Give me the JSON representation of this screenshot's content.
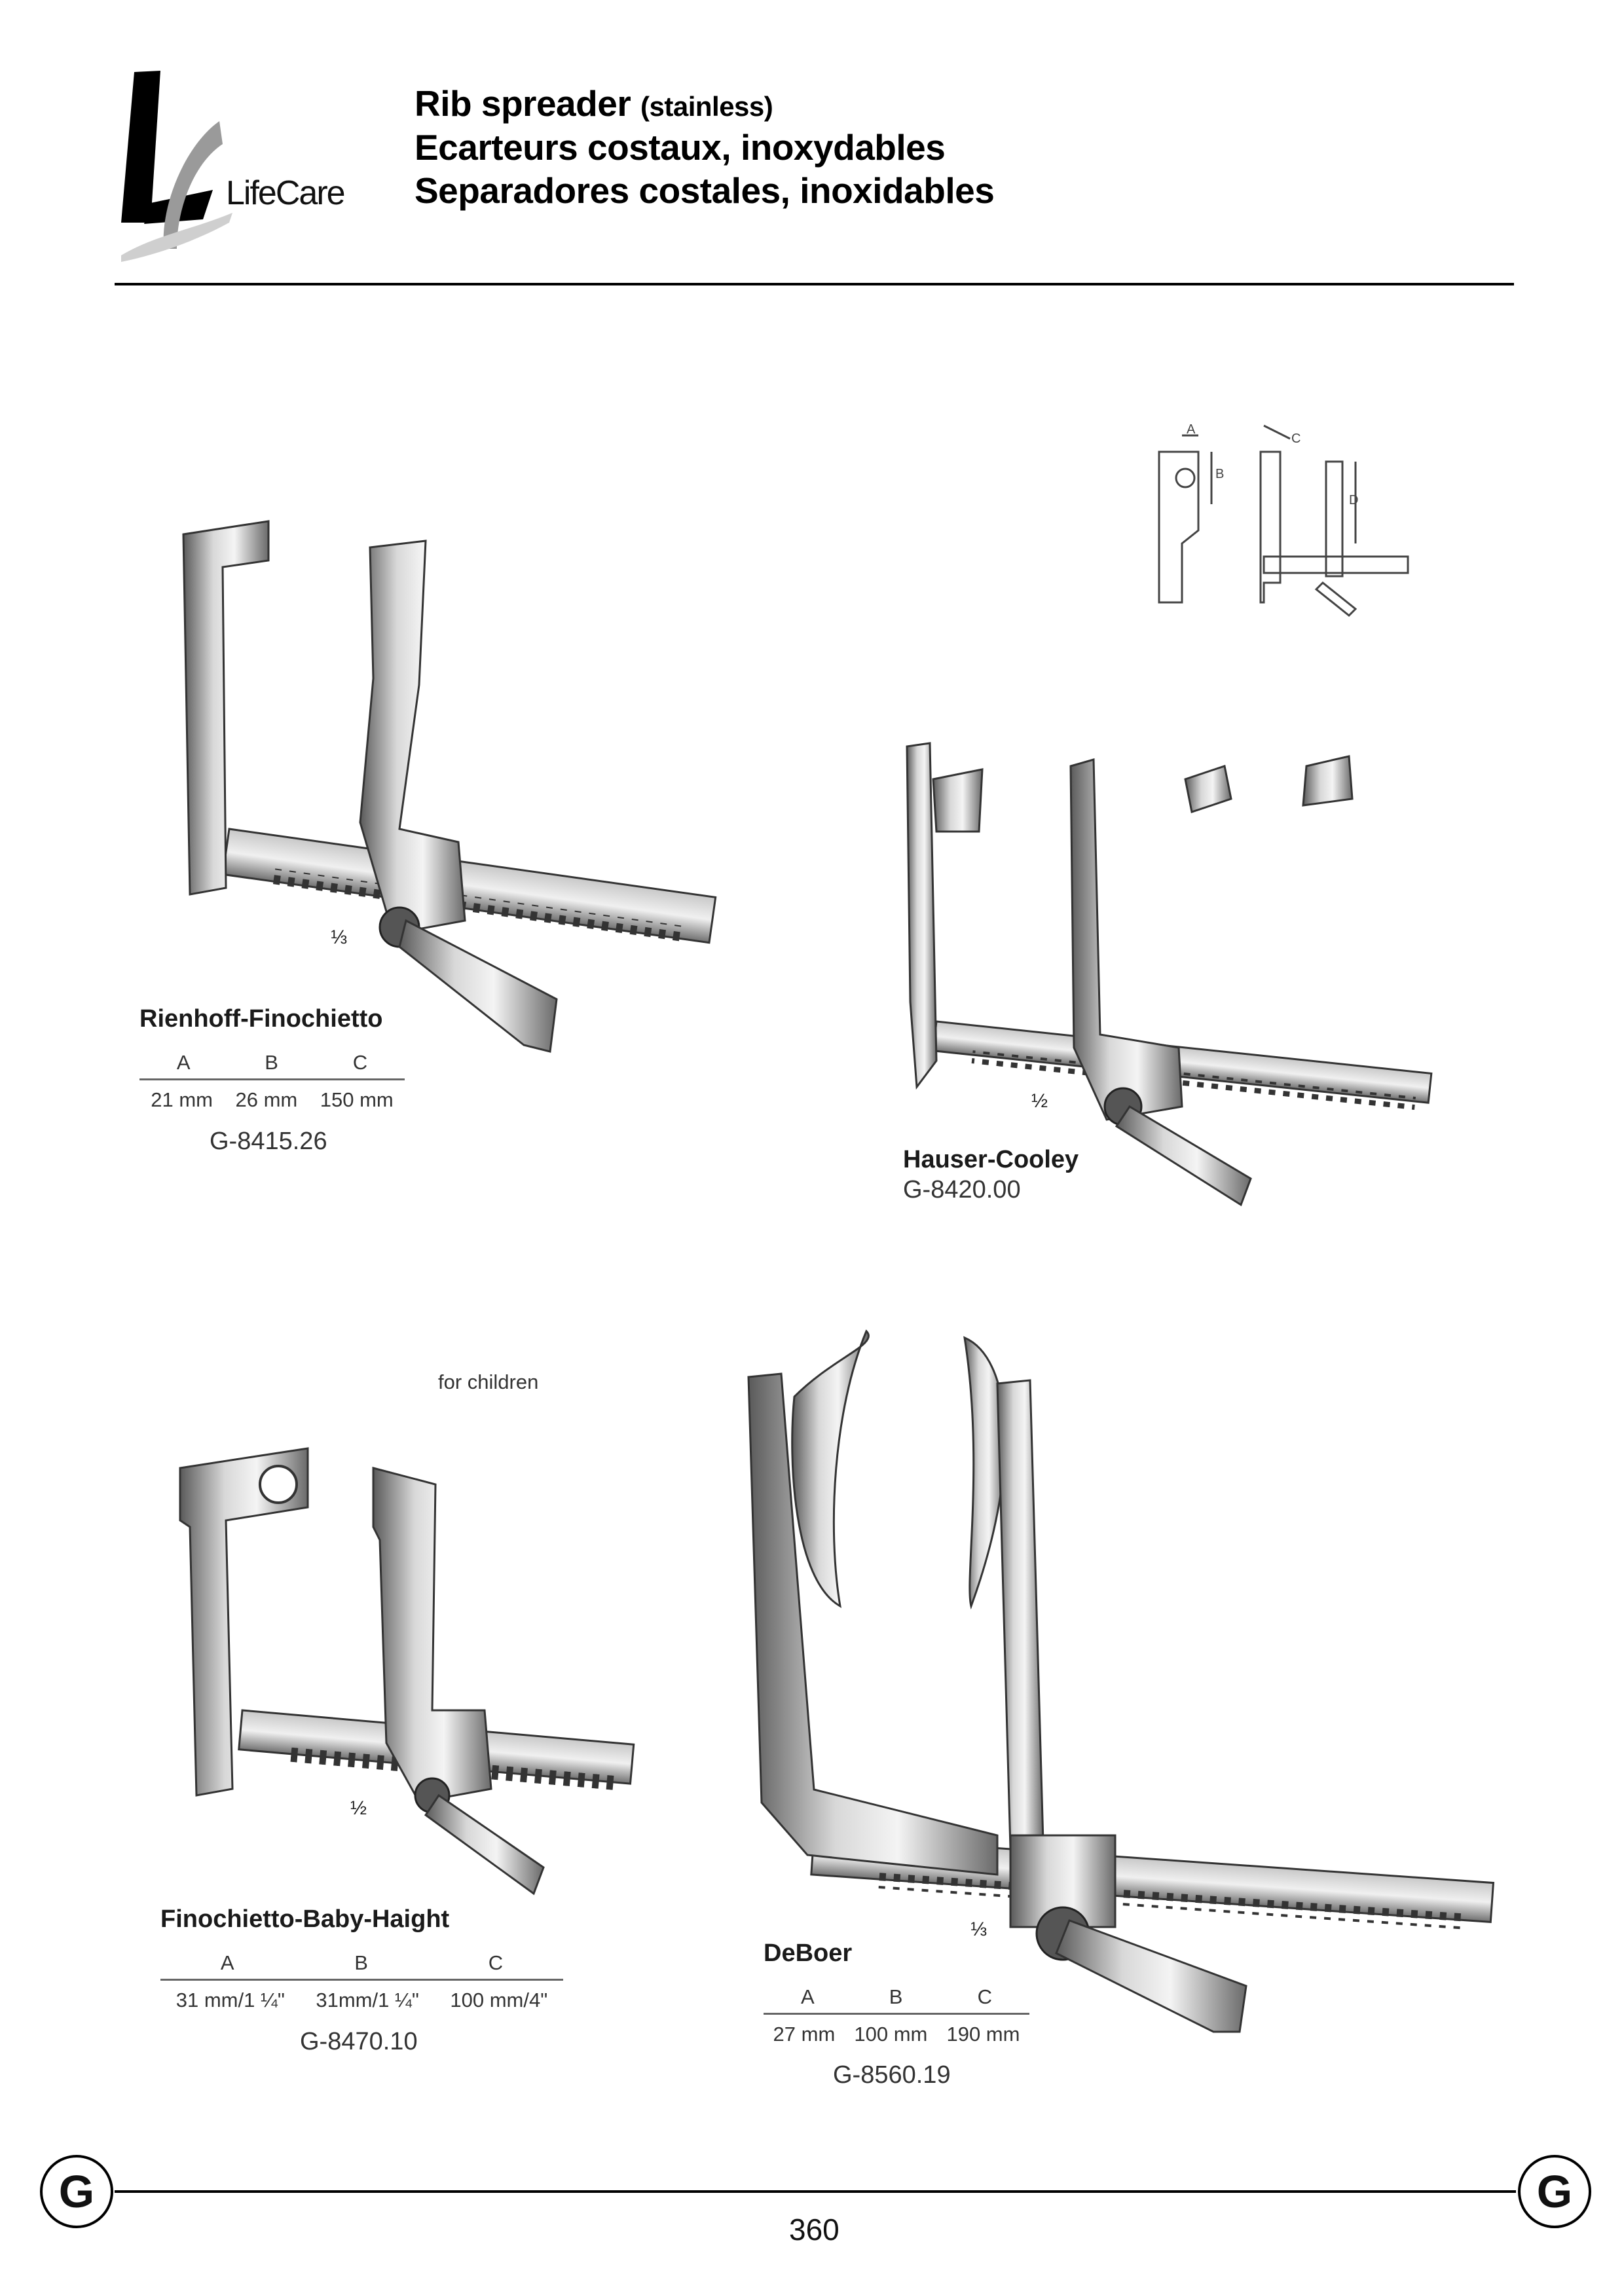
{
  "header": {
    "logo_text": "LifeCare",
    "title_en": "Rib spreader",
    "title_en_note": "(stainless)",
    "title_fr": "Ecarteurs costaux, inoxydables",
    "title_es": "Separadores costales, inoxidables"
  },
  "products": [
    {
      "name": "Rienhoff-Finochietto",
      "scale": "⅓",
      "dimension_headers": [
        "A",
        "B",
        "C"
      ],
      "dimension_values": [
        "21 mm",
        "26 mm",
        "150 mm"
      ],
      "code": "G-8415.26"
    },
    {
      "name": "Hauser-Cooley",
      "scale": "½",
      "code": "G-8420.00"
    },
    {
      "name": "Finochietto-Baby-Haight",
      "note": "for children",
      "scale": "½",
      "dimension_headers": [
        "A",
        "B",
        "C"
      ],
      "dimension_values": [
        "31 mm/1 ¼\"",
        "31mm/1 ¼\"",
        "100 mm/4\""
      ],
      "code": "G-8470.10"
    },
    {
      "name": "DeBoer",
      "scale": "⅓",
      "dimension_headers": [
        "A",
        "B",
        "C"
      ],
      "dimension_values": [
        "27 mm",
        "100 mm",
        "190 mm"
      ],
      "code": "G-8560.19"
    }
  ],
  "diagram": {
    "labels": [
      "A",
      "B",
      "C",
      "D"
    ]
  },
  "footer": {
    "section_letter_left": "G",
    "section_letter_right": "G",
    "page_number": "360"
  }
}
